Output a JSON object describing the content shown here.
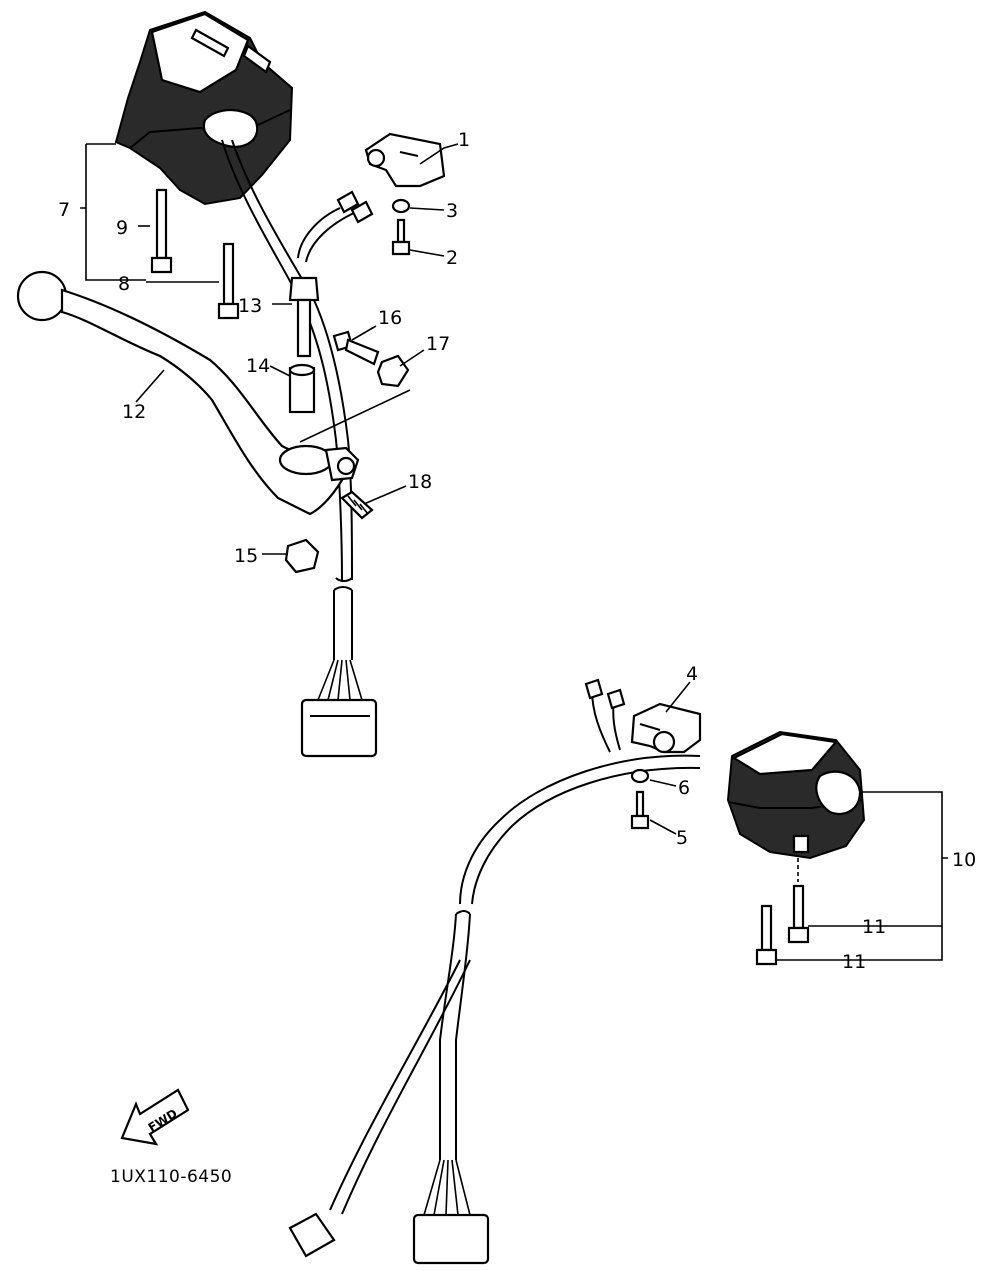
{
  "diagram_code": "1UX110-6450",
  "fwd_label": "FWD",
  "callouts": {
    "c1": "1",
    "c2": "2",
    "c3": "3",
    "c4": "4",
    "c5": "5",
    "c6": "6",
    "c7": "7",
    "c8": "8",
    "c9": "9",
    "c10": "10",
    "c11a": "11",
    "c11b": "11",
    "c12": "12",
    "c13": "13",
    "c14": "14",
    "c15": "15",
    "c16": "16",
    "c17": "17",
    "c18": "18"
  }
}
